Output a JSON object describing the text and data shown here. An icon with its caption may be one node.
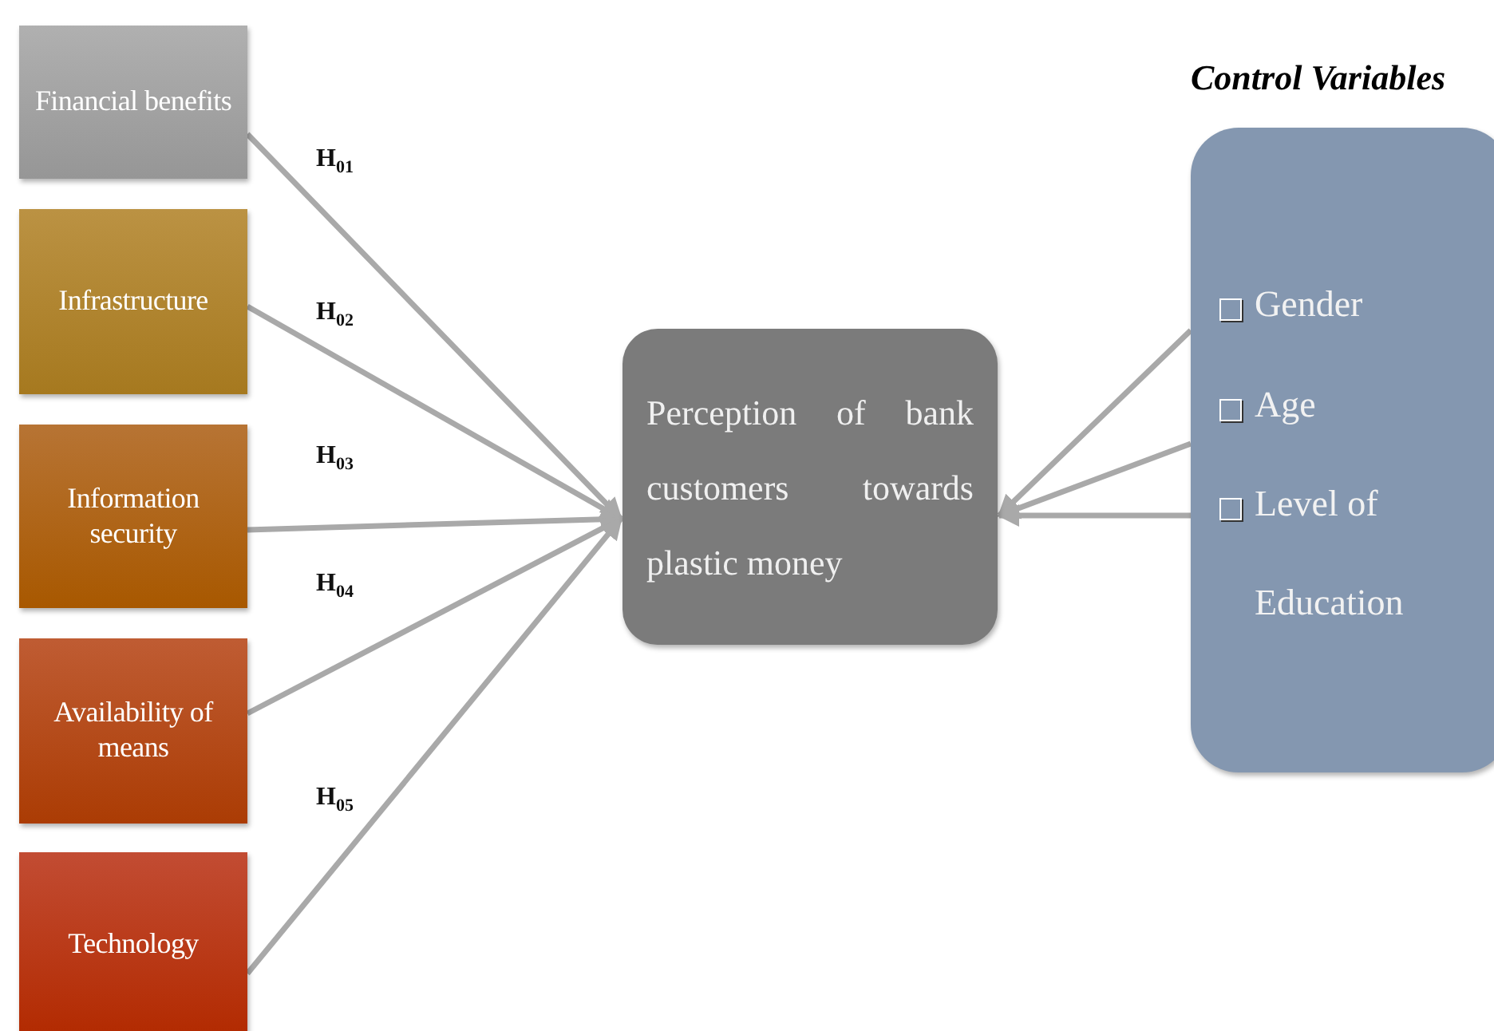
{
  "diagram": {
    "nodes": [
      {
        "text": [
          "Financial benefits"
        ]
      },
      {
        "text": [
          "Infrastructure"
        ]
      },
      {
        "text": [
          "Information security"
        ]
      },
      {
        "text": [
          "Availability of means"
        ]
      },
      {
        "text": [
          "Technology"
        ]
      },
      {
        "text": [
          "Perception of bank customers towards plastic money"
        ]
      },
      {
        "text": [
          "Control Variables",
          "Gender",
          "Age",
          "Level of Education"
        ]
      }
    ],
    "edges": [
      {
        "from": 0,
        "to": 5,
        "arrow": "to",
        "label": "**H**$_{01}$"
      },
      {
        "from": 1,
        "to": 5,
        "arrow": "to",
        "label": "**H**$_{02}$"
      },
      {
        "from": 2,
        "to": 5,
        "arrow": "to",
        "label": "**H**$_{03}$"
      },
      {
        "from": 3,
        "to": 5,
        "arrow": "to",
        "label": "**H**$_{04}$"
      },
      {
        "from": 4,
        "to": 5,
        "arrow": "to",
        "label": "**H**$_{05}$"
      },
      {
        "from": 6,
        "to": 5,
        "arrow": "to"
      },
      {
        "from": 6,
        "to": 5,
        "arrow": "to"
      },
      {
        "from": 6,
        "to": 5,
        "arrow": "to"
      }
    ]
  }
}
